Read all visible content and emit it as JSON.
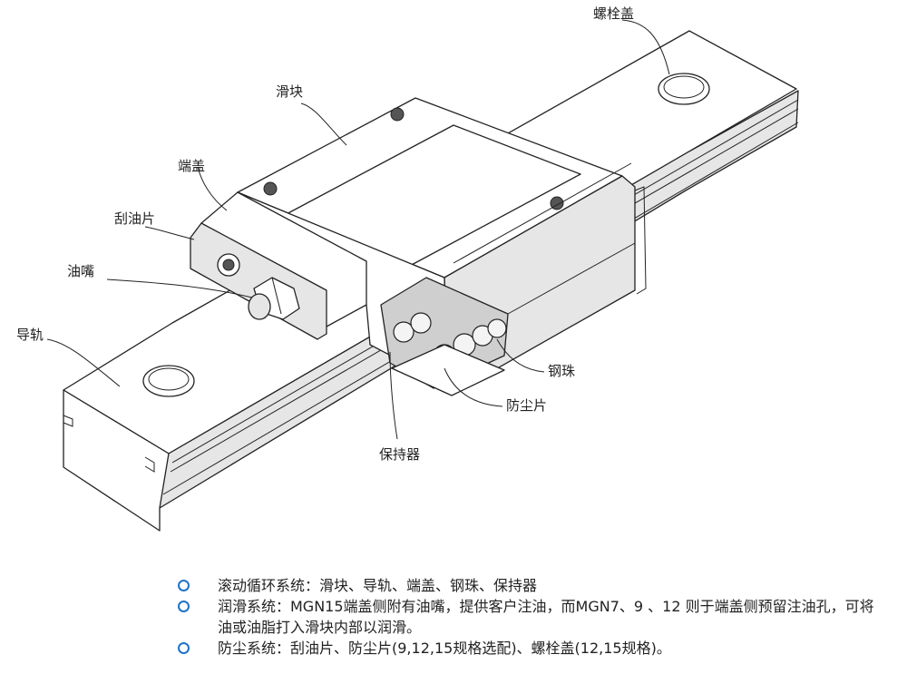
{
  "labels": {
    "bolt_cap": "螺栓盖",
    "block": "滑块",
    "end_cap": "端盖",
    "scraper": "刮油片",
    "grease_nipple": "油嘴",
    "rail": "导轨",
    "steel_ball": "钢珠",
    "dust_seal": "防尘片",
    "retainer": "保持器"
  },
  "notes": [
    {
      "text": "滚动循环系统：滑块、导轨、端盖、钢珠、保持器"
    },
    {
      "text": "润滑系统：MGN15端盖侧附有油嘴，提供客户注油，而MGN7、9 、12 则于端盖侧预留注油孔，可将油或油脂打入滑块内部以润滑。"
    },
    {
      "text": "防尘系统：刮油片、防尘片(9,12,15规格选配)、螺栓盖(12,15规格)。"
    }
  ],
  "colors": {
    "bullet": "#1e73c8",
    "line": "#222222"
  }
}
